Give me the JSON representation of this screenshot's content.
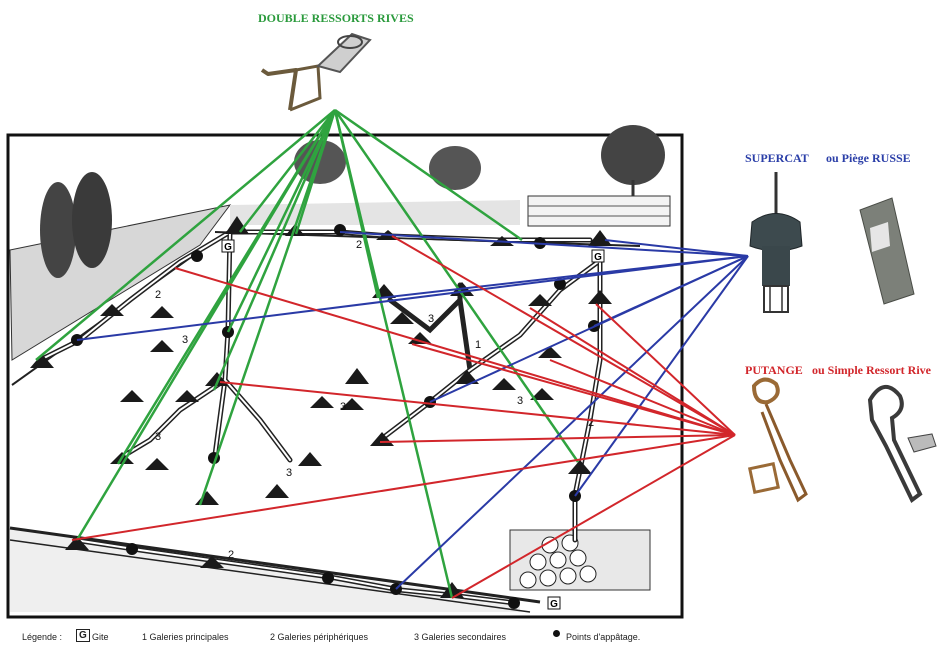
{
  "titles": {
    "double": "DOUBLE RESSORTS RIVES",
    "supercat": "SUPERCAT",
    "supercat_alt": "ou Piège RUSSE",
    "putange": "PUTANGE",
    "putange_alt": "ou Simple Ressort Rive"
  },
  "map_labels": {
    "gite": "G",
    "principal": "1",
    "peripheral": "2",
    "secondary": "3"
  },
  "legend": {
    "label": "Légende :",
    "gite_symbol": "G",
    "gite": "Gite",
    "item1": "1 Galeries principales",
    "item2": "2 Galeries périphériques",
    "item3": "3 Galeries secondaires",
    "item4": "Points d'appâtage."
  },
  "colors": {
    "green": "#2fa33f",
    "blue": "#2a3aa6",
    "red": "#d2262b"
  }
}
